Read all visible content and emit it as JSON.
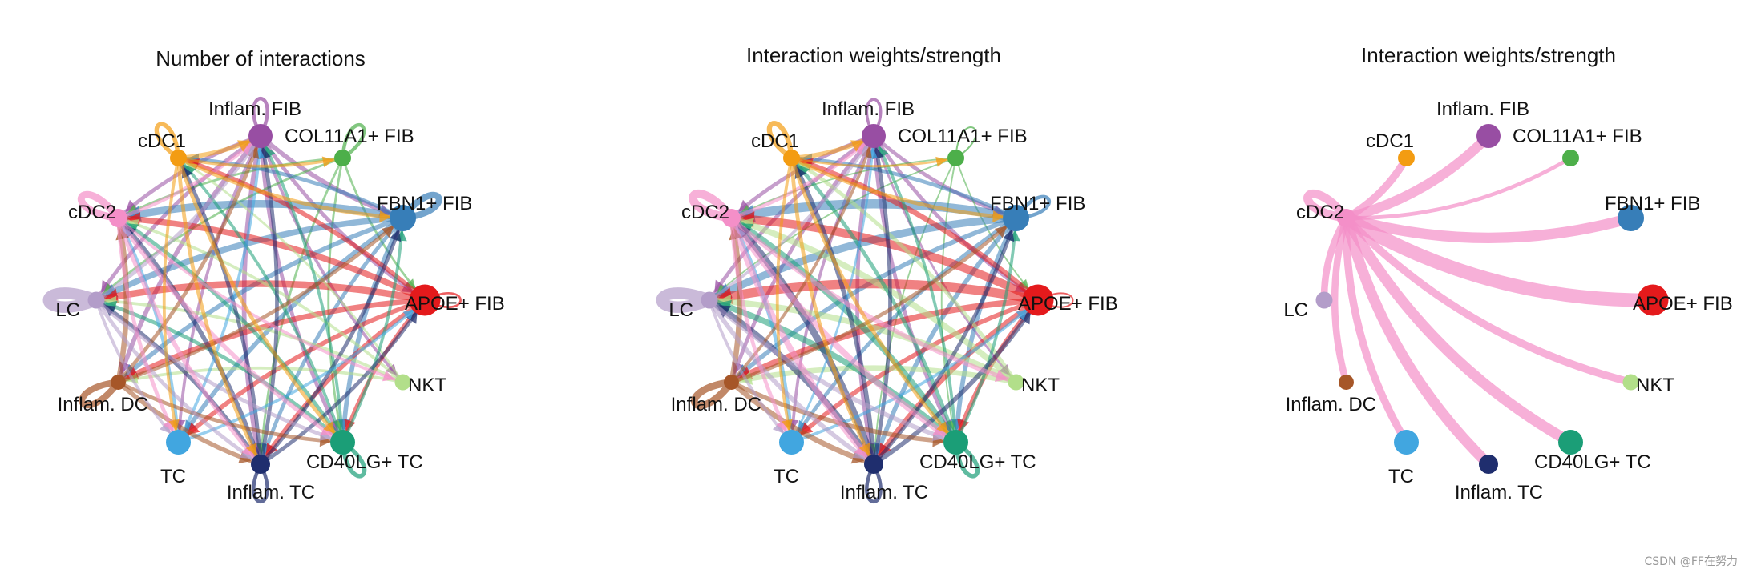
{
  "watermark": "CSDN @FF在努力",
  "nodes": [
    {
      "name": "Inflam. FIB",
      "color": "#984EA3",
      "size": 1.0
    },
    {
      "name": "COL11A1+ FIB",
      "color": "#4DAF4A",
      "size": 0.55
    },
    {
      "name": "FBN1+ FIB",
      "color": "#377EB8",
      "size": 1.15
    },
    {
      "name": "APOE+ FIB",
      "color": "#E41A1C",
      "size": 1.45
    },
    {
      "name": "NKT",
      "color": "#B2DF8A",
      "size": 0.5
    },
    {
      "name": "CD40LG+ TC",
      "color": "#1B9E77",
      "size": 1.05
    },
    {
      "name": "Inflam. TC",
      "color": "#1F2E6E",
      "size": 0.7
    },
    {
      "name": "TC",
      "color": "#41A6E0",
      "size": 1.05
    },
    {
      "name": "Inflam. DC",
      "color": "#A65628",
      "size": 0.45
    },
    {
      "name": "LC",
      "color": "#B39DC9",
      "size": 0.55
    },
    {
      "name": "cDC2",
      "color": "#F48FC8",
      "size": 0.65
    },
    {
      "name": "cDC1",
      "color": "#F39C12",
      "size": 0.55
    }
  ],
  "panels": [
    {
      "title": "Number of interactions",
      "edges": [
        [
          "Inflam. FIB",
          "FBN1+ FIB",
          6
        ],
        [
          "Inflam. FIB",
          "APOE+ FIB",
          5
        ],
        [
          "Inflam. FIB",
          "NKT",
          4
        ],
        [
          "Inflam. FIB",
          "CD40LG+ TC",
          5
        ],
        [
          "Inflam. FIB",
          "Inflam. TC",
          6
        ],
        [
          "Inflam. FIB",
          "TC",
          4
        ],
        [
          "Inflam. FIB",
          "Inflam. DC",
          6
        ],
        [
          "Inflam. FIB",
          "LC",
          5
        ],
        [
          "Inflam. FIB",
          "cDC2",
          5
        ],
        [
          "COL11A1+ FIB",
          "APOE+ FIB",
          3
        ],
        [
          "COL11A1+ FIB",
          "CD40LG+ TC",
          3
        ],
        [
          "COL11A1+ FIB",
          "Inflam. TC",
          3
        ],
        [
          "COL11A1+ FIB",
          "LC",
          3
        ],
        [
          "COL11A1+ FIB",
          "cDC2",
          3
        ],
        [
          "FBN1+ FIB",
          "cDC2",
          10
        ],
        [
          "FBN1+ FIB",
          "LC",
          8
        ],
        [
          "FBN1+ FIB",
          "TC",
          6
        ],
        [
          "FBN1+ FIB",
          "Inflam. TC",
          5
        ],
        [
          "FBN1+ FIB",
          "CD40LG+ TC",
          6
        ],
        [
          "FBN1+ FIB",
          "Inflam. DC",
          6
        ],
        [
          "FBN1+ FIB",
          "cDC1",
          5
        ],
        [
          "APOE+ FIB",
          "LC",
          9
        ],
        [
          "APOE+ FIB",
          "cDC2",
          8
        ],
        [
          "APOE+ FIB",
          "Inflam. DC",
          7
        ],
        [
          "APOE+ FIB",
          "TC",
          6
        ],
        [
          "APOE+ FIB",
          "Inflam. TC",
          6
        ],
        [
          "APOE+ FIB",
          "CD40LG+ TC",
          5
        ],
        [
          "APOE+ FIB",
          "cDC1",
          6
        ],
        [
          "NKT",
          "cDC2",
          4
        ],
        [
          "NKT",
          "LC",
          4
        ],
        [
          "NKT",
          "Inflam. DC",
          4
        ],
        [
          "NKT",
          "cDC1",
          3
        ],
        [
          "CD40LG+ TC",
          "cDC2",
          5
        ],
        [
          "CD40LG+ TC",
          "LC",
          5
        ],
        [
          "CD40LG+ TC",
          "Inflam. FIB",
          4
        ],
        [
          "CD40LG+ TC",
          "cDC1",
          4
        ],
        [
          "CD40LG+ TC",
          "FBN1+ FIB",
          4
        ],
        [
          "Inflam. TC",
          "cDC2",
          6
        ],
        [
          "Inflam. TC",
          "cDC1",
          5
        ],
        [
          "Inflam. TC",
          "Inflam. FIB",
          5
        ],
        [
          "Inflam. TC",
          "FBN1+ FIB",
          5
        ],
        [
          "Inflam. TC",
          "APOE+ FIB",
          5
        ],
        [
          "Inflam. TC",
          "LC",
          5
        ],
        [
          "TC",
          "cDC2",
          4
        ],
        [
          "TC",
          "Inflam. FIB",
          4
        ],
        [
          "TC",
          "APOE+ FIB",
          4
        ],
        [
          "Inflam. DC",
          "cDC2",
          7
        ],
        [
          "Inflam. DC",
          "CD40LG+ TC",
          5
        ],
        [
          "Inflam. DC",
          "Inflam. TC",
          6
        ],
        [
          "Inflam. DC",
          "FBN1+ FIB",
          5
        ],
        [
          "Inflam. DC",
          "Inflam. FIB",
          5
        ],
        [
          "LC",
          "CD40LG+ TC",
          5
        ],
        [
          "LC",
          "Inflam. TC",
          5
        ],
        [
          "LC",
          "TC",
          4
        ],
        [
          "LC",
          "Inflam. FIB",
          5
        ],
        [
          "cDC2",
          "CD40LG+ TC",
          6
        ],
        [
          "cDC2",
          "Inflam. TC",
          6
        ],
        [
          "cDC2",
          "TC",
          5
        ],
        [
          "cDC2",
          "NKT",
          4
        ],
        [
          "cDC2",
          "Inflam. FIB",
          5
        ],
        [
          "cDC1",
          "Inflam. FIB",
          6
        ],
        [
          "cDC1",
          "FBN1+ FIB",
          5
        ],
        [
          "cDC1",
          "CD40LG+ TC",
          5
        ],
        [
          "cDC1",
          "Inflam. TC",
          5
        ],
        [
          "cDC1",
          "TC",
          4
        ],
        [
          "cDC1",
          "COL11A1+ FIB",
          4
        ]
      ],
      "loops": [
        [
          "cDC1",
          6
        ],
        [
          "Inflam. FIB",
          5
        ],
        [
          "COL11A1+ FIB",
          5
        ],
        [
          "FBN1+ FIB",
          9
        ],
        [
          "APOE+ FIB",
          3
        ],
        [
          "cDC2",
          10
        ],
        [
          "LC",
          16
        ],
        [
          "Inflam. DC",
          9
        ],
        [
          "CD40LG+ TC",
          6
        ],
        [
          "Inflam. TC",
          5
        ]
      ]
    },
    {
      "title": "Interaction weights/strength",
      "edges": [
        [
          "Inflam. FIB",
          "FBN1+ FIB",
          5
        ],
        [
          "Inflam. FIB",
          "APOE+ FIB",
          5
        ],
        [
          "Inflam. FIB",
          "NKT",
          3
        ],
        [
          "Inflam. FIB",
          "CD40LG+ TC",
          5
        ],
        [
          "Inflam. FIB",
          "Inflam. TC",
          5
        ],
        [
          "Inflam. FIB",
          "TC",
          4
        ],
        [
          "Inflam. FIB",
          "Inflam. DC",
          5
        ],
        [
          "Inflam. FIB",
          "LC",
          5
        ],
        [
          "Inflam. FIB",
          "cDC2",
          5
        ],
        [
          "COL11A1+ FIB",
          "APOE+ FIB",
          2
        ],
        [
          "COL11A1+ FIB",
          "CD40LG+ TC",
          2
        ],
        [
          "COL11A1+ FIB",
          "Inflam. TC",
          2
        ],
        [
          "COL11A1+ FIB",
          "LC",
          2
        ],
        [
          "COL11A1+ FIB",
          "cDC2",
          2
        ],
        [
          "FBN1+ FIB",
          "cDC2",
          12
        ],
        [
          "FBN1+ FIB",
          "LC",
          10
        ],
        [
          "FBN1+ FIB",
          "TC",
          5
        ],
        [
          "FBN1+ FIB",
          "Inflam. TC",
          6
        ],
        [
          "FBN1+ FIB",
          "CD40LG+ TC",
          6
        ],
        [
          "FBN1+ FIB",
          "Inflam. DC",
          6
        ],
        [
          "FBN1+ FIB",
          "cDC1",
          5
        ],
        [
          "APOE+ FIB",
          "LC",
          12
        ],
        [
          "APOE+ FIB",
          "cDC2",
          11
        ],
        [
          "APOE+ FIB",
          "Inflam. DC",
          8
        ],
        [
          "APOE+ FIB",
          "TC",
          6
        ],
        [
          "APOE+ FIB",
          "Inflam. TC",
          7
        ],
        [
          "APOE+ FIB",
          "CD40LG+ TC",
          6
        ],
        [
          "APOE+ FIB",
          "cDC1",
          7
        ],
        [
          "NKT",
          "cDC2",
          8
        ],
        [
          "NKT",
          "LC",
          8
        ],
        [
          "NKT",
          "Inflam. DC",
          7
        ],
        [
          "NKT",
          "cDC1",
          5
        ],
        [
          "CD40LG+ TC",
          "cDC2",
          8
        ],
        [
          "CD40LG+ TC",
          "LC",
          8
        ],
        [
          "CD40LG+ TC",
          "Inflam. FIB",
          4
        ],
        [
          "CD40LG+ TC",
          "cDC1",
          5
        ],
        [
          "CD40LG+ TC",
          "FBN1+ FIB",
          4
        ],
        [
          "Inflam. TC",
          "cDC2",
          9
        ],
        [
          "Inflam. TC",
          "cDC1",
          6
        ],
        [
          "Inflam. TC",
          "Inflam. FIB",
          5
        ],
        [
          "Inflam. TC",
          "FBN1+ FIB",
          5
        ],
        [
          "Inflam. TC",
          "APOE+ FIB",
          6
        ],
        [
          "Inflam. TC",
          "LC",
          8
        ],
        [
          "TC",
          "cDC2",
          5
        ],
        [
          "TC",
          "Inflam. FIB",
          3
        ],
        [
          "TC",
          "APOE+ FIB",
          4
        ],
        [
          "Inflam. DC",
          "cDC2",
          7
        ],
        [
          "Inflam. DC",
          "CD40LG+ TC",
          6
        ],
        [
          "Inflam. DC",
          "Inflam. TC",
          7
        ],
        [
          "Inflam. DC",
          "FBN1+ FIB",
          5
        ],
        [
          "Inflam. DC",
          "Inflam. FIB",
          4
        ],
        [
          "LC",
          "CD40LG+ TC",
          6
        ],
        [
          "LC",
          "Inflam. TC",
          6
        ],
        [
          "LC",
          "TC",
          4
        ],
        [
          "LC",
          "Inflam. FIB",
          4
        ],
        [
          "cDC2",
          "CD40LG+ TC",
          8
        ],
        [
          "cDC2",
          "Inflam. TC",
          8
        ],
        [
          "cDC2",
          "TC",
          5
        ],
        [
          "cDC2",
          "NKT",
          6
        ],
        [
          "cDC2",
          "Inflam. FIB",
          5
        ],
        [
          "cDC1",
          "Inflam. FIB",
          6
        ],
        [
          "cDC1",
          "FBN1+ FIB",
          5
        ],
        [
          "cDC1",
          "CD40LG+ TC",
          5
        ],
        [
          "cDC1",
          "Inflam. TC",
          5
        ],
        [
          "cDC1",
          "TC",
          4
        ],
        [
          "cDC1",
          "COL11A1+ FIB",
          3
        ]
      ],
      "loops": [
        [
          "cDC1",
          7
        ],
        [
          "Inflam. FIB",
          4
        ],
        [
          "COL11A1+ FIB",
          2
        ],
        [
          "FBN1+ FIB",
          5
        ],
        [
          "APOE+ FIB",
          2
        ],
        [
          "cDC2",
          12
        ],
        [
          "LC",
          16
        ],
        [
          "Inflam. DC",
          10
        ],
        [
          "CD40LG+ TC",
          6
        ],
        [
          "Inflam. TC",
          5
        ]
      ]
    },
    {
      "title": "Interaction weights/strength",
      "edges": [
        [
          "cDC2",
          "cDC1",
          10
        ],
        [
          "cDC2",
          "Inflam. FIB",
          13
        ],
        [
          "cDC2",
          "COL11A1+ FIB",
          5
        ],
        [
          "cDC2",
          "FBN1+ FIB",
          14
        ],
        [
          "cDC2",
          "APOE+ FIB",
          18
        ],
        [
          "cDC2",
          "NKT",
          10
        ],
        [
          "cDC2",
          "CD40LG+ TC",
          14
        ],
        [
          "cDC2",
          "Inflam. TC",
          14
        ],
        [
          "cDC2",
          "TC",
          10
        ],
        [
          "cDC2",
          "Inflam. DC",
          9
        ],
        [
          "cDC2",
          "LC",
          9
        ]
      ],
      "loops": [
        [
          "cDC2",
          12
        ]
      ]
    }
  ]
}
